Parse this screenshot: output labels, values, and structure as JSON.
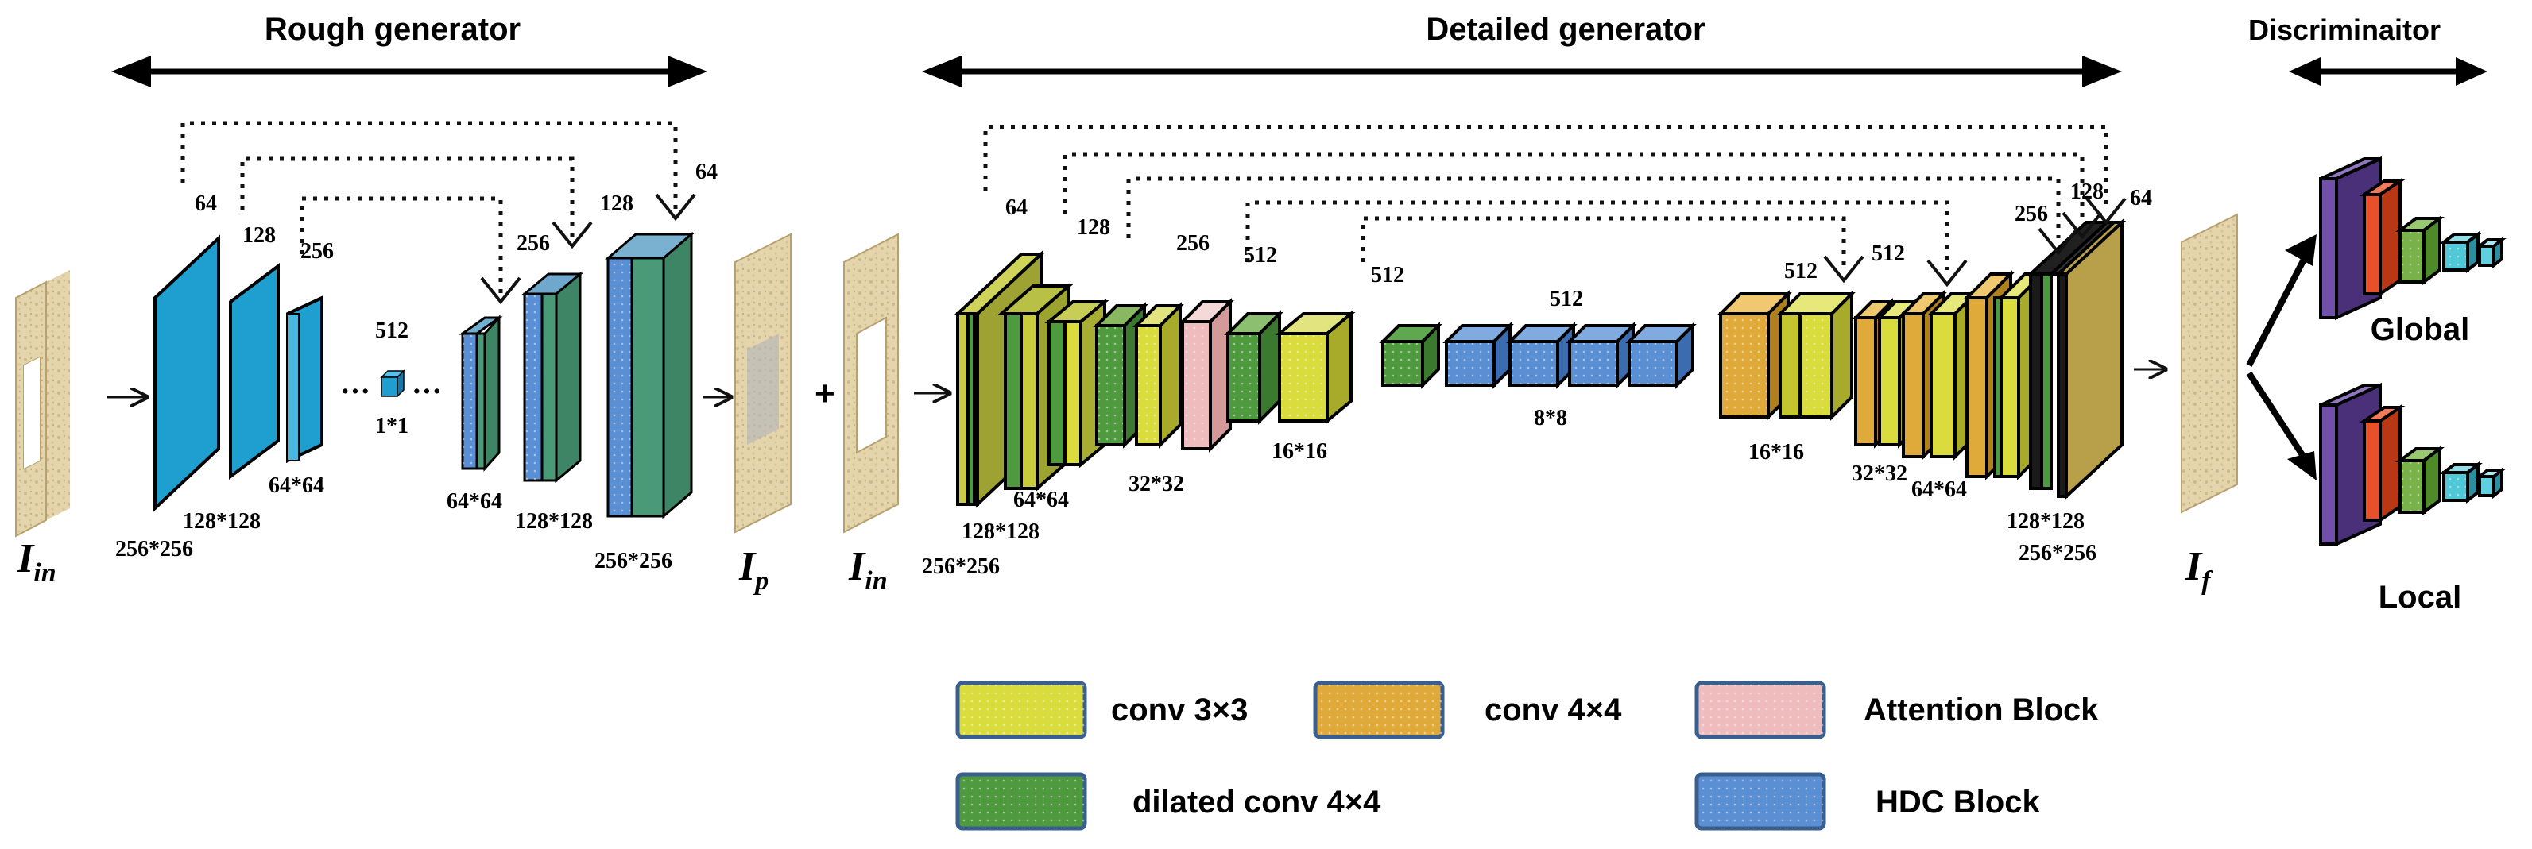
{
  "sections": {
    "rough": "Rough generator",
    "detailed": "Detailed generator",
    "discriminator": "Discriminaitor"
  },
  "images": {
    "input_main": "I",
    "input_sub": "in",
    "rough_out_main": "I",
    "rough_out_sub": "p",
    "input2_main": "I",
    "input2_sub": "in",
    "final_main": "I",
    "final_sub": "f"
  },
  "operators": {
    "plus": "+",
    "dots1": "···",
    "dots2": "···"
  },
  "rough": {
    "ch_64": "64",
    "ch_128": "128",
    "ch_256": "256",
    "ch_512": "512",
    "ch_256_dec": "256",
    "ch_128_dec": "128",
    "ch_64_dec": "64",
    "res_256": "256*256",
    "res_128": "128*128",
    "res_64": "64*64",
    "res_1": "1*1",
    "res_64_dec": "64*64",
    "res_128_dec": "128*128",
    "res_256_dec": "256*256"
  },
  "detailed": {
    "ch_64": "64",
    "ch_128": "128",
    "ch_256": "256",
    "ch_512_a": "512",
    "ch_512_b": "512",
    "ch_512_mid": "512",
    "ch_512_c": "512",
    "ch_512_d": "512",
    "ch_256_dec": "256",
    "ch_128_dec": "128",
    "ch_64_dec": "64",
    "res_256": "256*256",
    "res_128": "128*128",
    "res_64": "64*64",
    "res_32": "32*32",
    "res_16": "16*16",
    "res_8": "8*8",
    "res_16_dec": "16*16",
    "res_32_dec": "32*32",
    "res_64_dec": "64*64",
    "res_128_dec": "128*128",
    "res_256_dec": "256*256"
  },
  "discriminator": {
    "global": "Global",
    "local": "Local"
  },
  "legend": {
    "conv3": "conv 3×3",
    "conv4": "conv 4×4",
    "attention": "Attention Block",
    "dilated": "dilated conv 4×4",
    "hdc": "HDC Block"
  },
  "colors": {
    "conv3": "#d9dc3c",
    "conv4": "#e0aa3a",
    "attention": "#eebcbc",
    "dilated": "#4f9a3e",
    "hdc": "#5b8fd3",
    "rough_blue": "#1e9fd0",
    "dec_green": "#4a9a78",
    "final_olive": "#b8a04a",
    "disc_purple": "#7050a8",
    "disc_red": "#e8502a",
    "disc_green": "#7ab24a",
    "disc_cyan": "#50c8d8",
    "texture": "#e2d2a8"
  }
}
